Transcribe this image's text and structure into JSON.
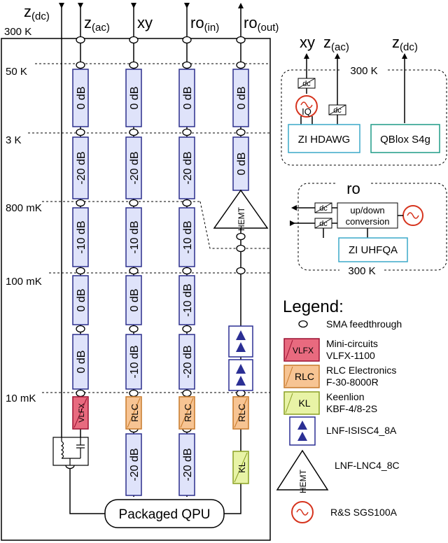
{
  "lines": {
    "zdc": {
      "main": "z",
      "sub": "(dc)"
    },
    "zac": {
      "main": "z",
      "sub": "(ac)"
    },
    "xy": {
      "main": "xy",
      "sub": ""
    },
    "roin": {
      "main": "ro",
      "sub": "(in)"
    },
    "roout": {
      "main": "ro",
      "sub": "(out)"
    }
  },
  "stages": [
    "300 K",
    "50 K",
    "3 K",
    "800 mK",
    "100 mK",
    "10 mK"
  ],
  "attenuators": {
    "zac": [
      "0 dB",
      "-20 dB",
      "-10 dB",
      "0 dB",
      "0 dB"
    ],
    "xy": [
      "0 dB",
      "-20 dB",
      "-10 dB",
      "0 dB",
      "-10 dB",
      "-20 dB"
    ],
    "roin": [
      "0 dB",
      "-20 dB",
      "-10 dB",
      "-10 dB",
      "-20 dB",
      "-20 dB"
    ],
    "roout": [
      "0 dB",
      "0 dB"
    ]
  },
  "filters": {
    "vlfx": "VLFX",
    "rlc": "RLC",
    "kl": "KL"
  },
  "amps": {
    "hemt": "HEMT"
  },
  "qpu": "Packaged QPU",
  "control": {
    "xy": "xy",
    "zac": {
      "main": "z",
      "sub": "(ac)"
    },
    "zdc": {
      "main": "z",
      "sub": "(dc)"
    },
    "temp": "300 K",
    "dc": "dc",
    "iq": "IQ",
    "hdawg": "ZI HDAWG",
    "qblox": "QBlox S4g"
  },
  "readout": {
    "title": "ro",
    "updown": [
      "up/down",
      "conversion"
    ],
    "uhfqa": "ZI UHFQA",
    "temp": "300 K",
    "dc": "dc"
  },
  "legend": {
    "title": "Legend:",
    "items": [
      {
        "key": "sma",
        "lines": [
          "SMA feedthrough"
        ]
      },
      {
        "key": "vlfx",
        "symbol": "VLFX",
        "lines": [
          "Mini-circuits",
          "VLFX-1100"
        ]
      },
      {
        "key": "rlc",
        "symbol": "RLC",
        "lines": [
          "RLC Electronics",
          "F-30-8000R"
        ]
      },
      {
        "key": "kl",
        "symbol": "KL",
        "lines": [
          "Keenlion",
          "KBF-4/8-2S"
        ]
      },
      {
        "key": "lnf",
        "lines": [
          "LNF-ISISC4_8A"
        ]
      },
      {
        "key": "hemt",
        "symbol": "HEMT",
        "lines": [
          "LNF-LNC4_8C"
        ]
      },
      {
        "key": "rs",
        "lines": [
          "R&S SGS100A"
        ]
      }
    ]
  },
  "colors": {
    "att_fill": "#dfe3fa",
    "att_stroke": "#2b2e8c",
    "vlfx_fill": "#e86a7f",
    "vlfx_stroke": "#9a1030",
    "rlc_fill": "#f7c493",
    "rlc_stroke": "#c77a2b",
    "kl_fill": "#e8f3a6",
    "kl_stroke": "#8aa024",
    "lnf_fill": "#2b2f94",
    "hdawg_border": "#3aa8c9",
    "qblox_border": "#1f9c87",
    "source": "#d6341e"
  }
}
